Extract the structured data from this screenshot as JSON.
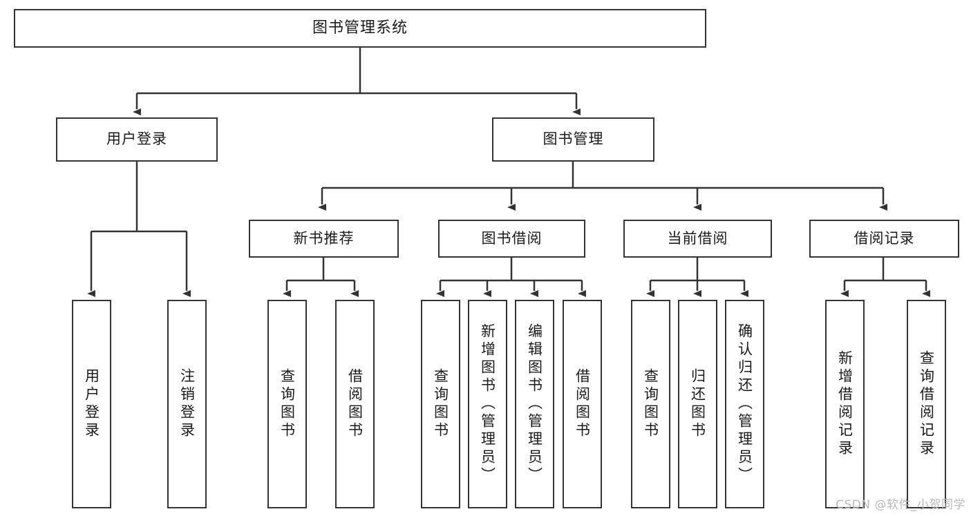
{
  "diagram": {
    "title": "图书管理系统",
    "type": "tree",
    "root": {
      "label": "图书管理系统"
    },
    "level2": [
      {
        "label": "用户登录"
      },
      {
        "label": "图书管理"
      }
    ],
    "level3": [
      {
        "label": "新书推荐"
      },
      {
        "label": "图书借阅"
      },
      {
        "label": "当前借阅"
      },
      {
        "label": "借阅记录"
      }
    ],
    "leaves": {
      "user_login": [
        {
          "label": "用户登录"
        },
        {
          "label": "注销登录"
        }
      ],
      "new_book_recommend": [
        {
          "label": "查询图书"
        },
        {
          "label": "借阅图书"
        }
      ],
      "book_borrow": [
        {
          "label": "查询图书"
        },
        {
          "label": "新增图书（管理员）"
        },
        {
          "label": "编辑图书（管理员）"
        },
        {
          "label": "借阅图书"
        }
      ],
      "current_borrow": [
        {
          "label": "查询图书"
        },
        {
          "label": "归还图书"
        },
        {
          "label": "确认归还（管理员）"
        }
      ],
      "borrow_record": [
        {
          "label": "新增借阅记录"
        },
        {
          "label": "查询借阅记录"
        }
      ]
    }
  },
  "watermark": {
    "text": "CSDN @软件_小贺同学"
  },
  "colors": {
    "stroke": "#333333",
    "background": "#ffffff",
    "text": "#1a1a1a",
    "watermark": "#b9b9b9"
  }
}
